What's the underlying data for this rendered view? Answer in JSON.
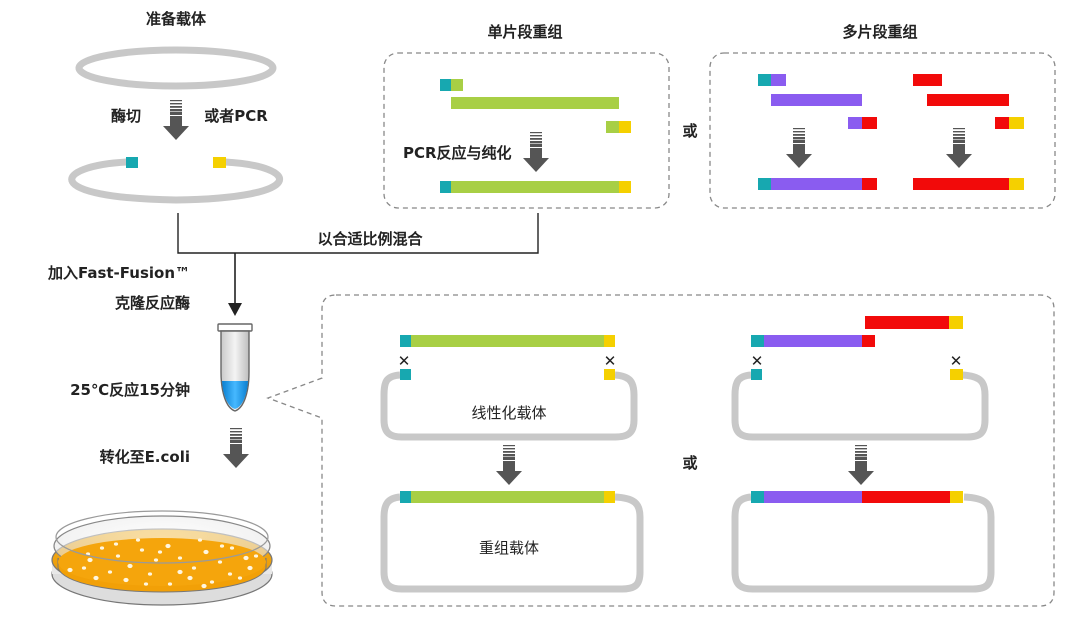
{
  "labels": {
    "prepare_vector": "准备载体",
    "digest": "酶切",
    "or_pcr": "或者PCR",
    "single_fragment": "单片段重组",
    "multi_fragment": "多片段重组",
    "pcr_purify": "PCR反应与纯化",
    "or_top": "或",
    "mix_ratio": "以合适比例混合",
    "add_enzyme_line1": "加入Fast-Fusion™",
    "add_enzyme_line2": "克隆反应酶",
    "reaction": "25℃反应15分钟",
    "transform": "转化至E.coli",
    "linear_vector": "线性化载体",
    "or_bottom": "或",
    "recombinant_vector": "重组载体",
    "cross_symbol": "✕"
  },
  "colors": {
    "teal": "#17a8b0",
    "yellow": "#f5d000",
    "green": "#a8cf45",
    "purple": "#8a5cf0",
    "red": "#f20a0a",
    "gray_ring": "#c8c8c8",
    "arrow": "#555555",
    "dash_box": "#888888",
    "plate_orange": "#f2a007",
    "tube_liquid": "#1aa0f0"
  }
}
